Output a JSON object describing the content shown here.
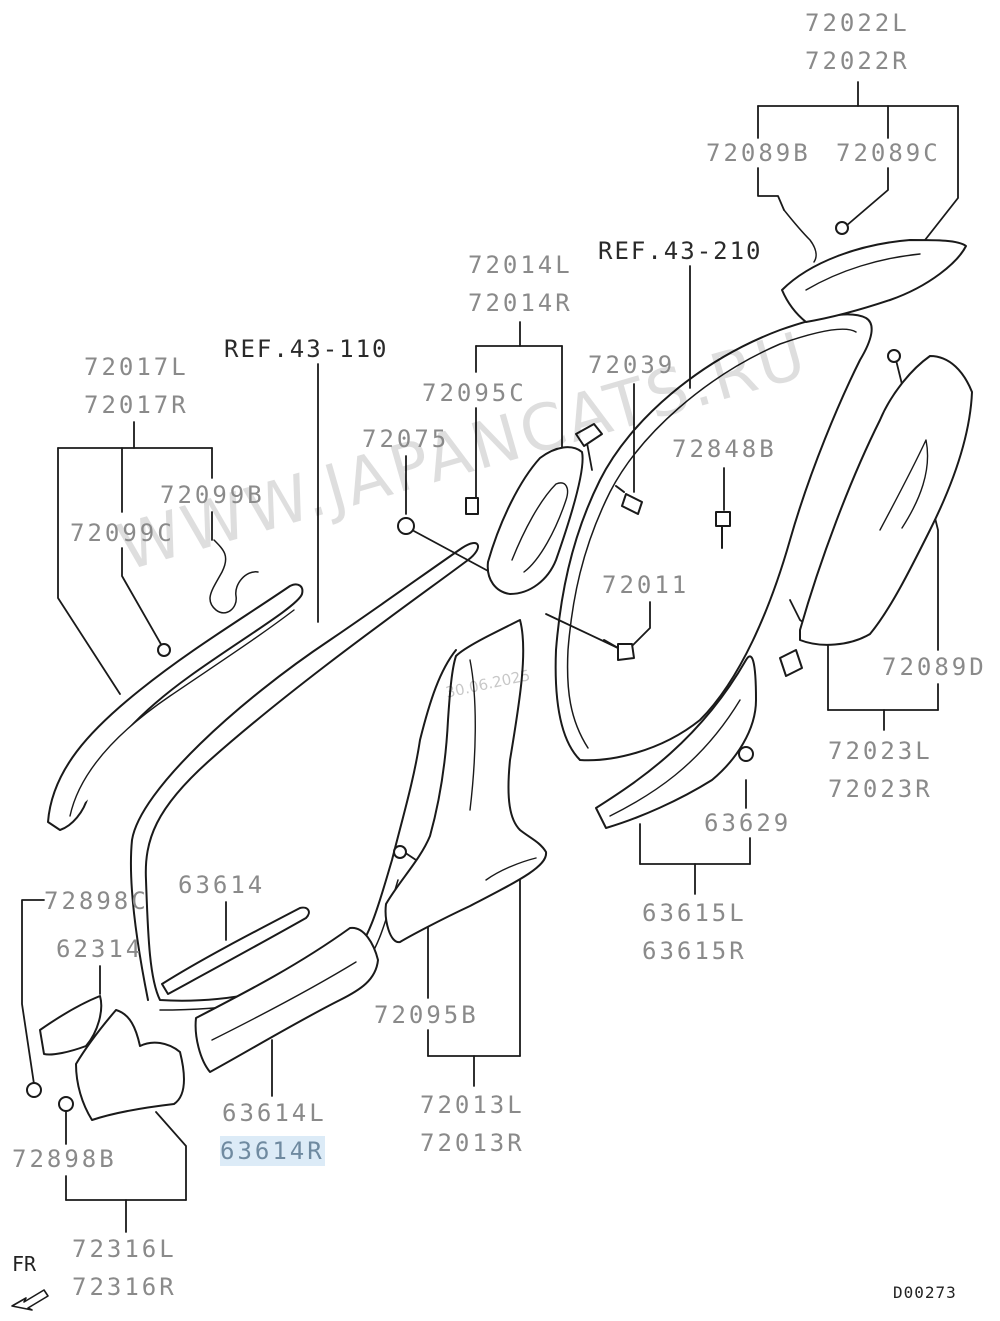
{
  "diagram": {
    "code": "D00273",
    "front_marker": "FR",
    "watermark": "WWW.JAPANCATS.RU",
    "date_stamp": "30.06.2025",
    "references": [
      "REF.43-110",
      "REF.43-210"
    ],
    "highlight_color": "#dcebf7",
    "line_color": "#1a1a1a",
    "label_color": "#8a8a8a",
    "parts": {
      "p72022L": "72022L",
      "p72022R": "72022R",
      "p72089B": "72089B",
      "p72089C": "72089C",
      "p72014L": "72014L",
      "p72014R": "72014R",
      "p72039": "72039",
      "p72095C": "72095C",
      "p72075": "72075",
      "p72848B": "72848B",
      "p72017L": "72017L",
      "p72017R": "72017R",
      "p72099B": "72099B",
      "p72099C": "72099C",
      "p72011": "72011",
      "p72089D": "72089D",
      "p72023L": "72023L",
      "p72023R": "72023R",
      "p63629": "63629",
      "p72898C": "72898C",
      "p63614": "63614",
      "p62314": "62314",
      "p63615L": "63615L",
      "p63615R": "63615R",
      "p72095B": "72095B",
      "p63614L": "63614L",
      "p63614R": "63614R",
      "p72013L": "72013L",
      "p72013R": "72013R",
      "p72898B": "72898B",
      "p72316L": "72316L",
      "p72316R": "72316R"
    },
    "selected_part": "63614R"
  }
}
